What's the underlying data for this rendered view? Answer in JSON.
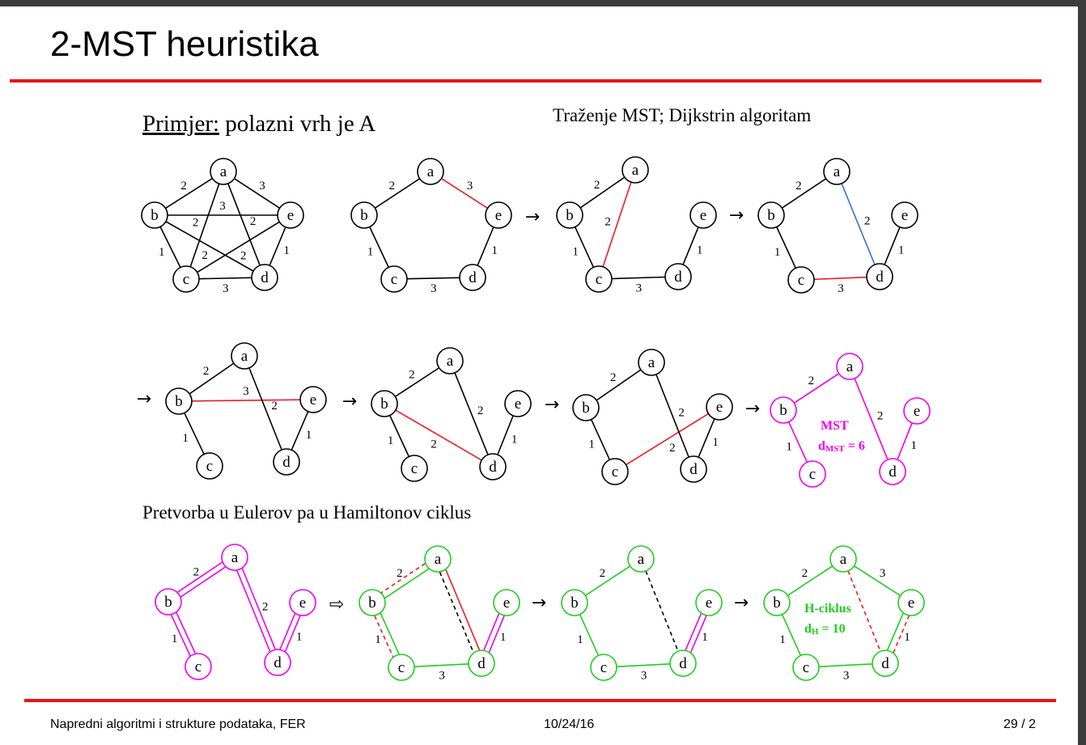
{
  "title": "2-MST heuristika",
  "example": {
    "underlined": "Primjer:",
    "rest": " polazni vrh je A"
  },
  "section1_heading": "Traženje MST; Dijkstrin algoritam",
  "section2_heading": "Pretvorba u Eulerov pa u Hamiltonov ciklus",
  "mst_box": {
    "label": "MST",
    "d_main": "d",
    "d_sub": "MST",
    "d_tail": " = 6"
  },
  "hcycle_box": {
    "label": "H-ciklus",
    "d_main": "d",
    "d_sub": "H",
    "d_tail": " = 10"
  },
  "footer": {
    "left": "Napredni algoritmi i strukture podataka, FER",
    "center": "10/24/16",
    "right": "29 / 2"
  },
  "colors": {
    "accent_rule": "#e8141b",
    "black": "#000000",
    "red": "#ee1c24",
    "blue": "#3a6fd8",
    "magenta": "#ee00ee",
    "green": "#22cc22"
  },
  "arrows": [
    "→",
    "⇨"
  ],
  "graphs": [
    {
      "id": "g0",
      "nodes": {
        "a": "a",
        "b": "b",
        "c": "c",
        "d": "d",
        "e": "e"
      },
      "edges": [
        {
          "u": "a",
          "v": "b",
          "w": "2",
          "style": "black"
        },
        {
          "u": "a",
          "v": "e",
          "w": "3",
          "style": "black"
        },
        {
          "u": "a",
          "v": "c",
          "w": "2",
          "style": "black"
        },
        {
          "u": "a",
          "v": "d",
          "w": "2",
          "style": "black"
        },
        {
          "u": "b",
          "v": "e",
          "w": "3",
          "style": "black"
        },
        {
          "u": "b",
          "v": "d",
          "w": "2",
          "style": "black"
        },
        {
          "u": "c",
          "v": "e",
          "w": "2",
          "style": "black"
        },
        {
          "u": "b",
          "v": "c",
          "w": "1",
          "style": "black"
        },
        {
          "u": "d",
          "v": "e",
          "w": "1",
          "style": "black"
        },
        {
          "u": "c",
          "v": "d",
          "w": "3",
          "style": "black"
        }
      ]
    },
    {
      "id": "g1",
      "nodes": {
        "a": "a",
        "b": "b",
        "c": "c",
        "d": "d",
        "e": "e"
      },
      "edges": [
        {
          "u": "a",
          "v": "b",
          "w": "2",
          "style": "black"
        },
        {
          "u": "a",
          "v": "e",
          "w": "3",
          "style": "red"
        },
        {
          "u": "b",
          "v": "c",
          "w": "1",
          "style": "black"
        },
        {
          "u": "c",
          "v": "d",
          "w": "3",
          "style": "black"
        },
        {
          "u": "d",
          "v": "e",
          "w": "1",
          "style": "black"
        }
      ]
    },
    {
      "id": "g2",
      "nodes": {
        "a": "a",
        "b": "b",
        "c": "c",
        "d": "d",
        "e": "e"
      },
      "edges": [
        {
          "u": "a",
          "v": "b",
          "w": "2",
          "style": "black"
        },
        {
          "u": "a",
          "v": "c",
          "w": "2",
          "style": "red"
        },
        {
          "u": "b",
          "v": "c",
          "w": "1",
          "style": "black"
        },
        {
          "u": "c",
          "v": "d",
          "w": "3",
          "style": "black"
        },
        {
          "u": "d",
          "v": "e",
          "w": "1",
          "style": "black"
        }
      ]
    },
    {
      "id": "g3",
      "nodes": {
        "a": "a",
        "b": "b",
        "c": "c",
        "d": "d",
        "e": "e"
      },
      "edges": [
        {
          "u": "a",
          "v": "b",
          "w": "2",
          "style": "black"
        },
        {
          "u": "a",
          "v": "d",
          "w": "2",
          "style": "blue"
        },
        {
          "u": "b",
          "v": "c",
          "w": "1",
          "style": "black"
        },
        {
          "u": "c",
          "v": "d",
          "w": "3",
          "style": "red"
        },
        {
          "u": "d",
          "v": "e",
          "w": "1",
          "style": "black"
        }
      ]
    },
    {
      "id": "g4",
      "nodes": {
        "a": "a",
        "b": "b",
        "c": "c",
        "d": "d",
        "e": "e"
      },
      "edges": [
        {
          "u": "a",
          "v": "b",
          "w": "2",
          "style": "black"
        },
        {
          "u": "b",
          "v": "e",
          "w": "3",
          "style": "red"
        },
        {
          "u": "a",
          "v": "d",
          "w": "2",
          "style": "black"
        },
        {
          "u": "b",
          "v": "c",
          "w": "1",
          "style": "black"
        },
        {
          "u": "d",
          "v": "e",
          "w": "1",
          "style": "black"
        }
      ]
    },
    {
      "id": "g5",
      "nodes": {
        "a": "a",
        "b": "b",
        "c": "c",
        "d": "d",
        "e": "e"
      },
      "edges": [
        {
          "u": "a",
          "v": "b",
          "w": "2",
          "style": "black"
        },
        {
          "u": "b",
          "v": "d",
          "w": "2",
          "style": "red"
        },
        {
          "u": "a",
          "v": "d",
          "w": "2",
          "style": "black"
        },
        {
          "u": "b",
          "v": "c",
          "w": "1",
          "style": "black"
        },
        {
          "u": "d",
          "v": "e",
          "w": "1",
          "style": "black"
        }
      ]
    },
    {
      "id": "g6",
      "nodes": {
        "a": "a",
        "b": "b",
        "c": "c",
        "d": "d",
        "e": "e"
      },
      "edges": [
        {
          "u": "a",
          "v": "b",
          "w": "2",
          "style": "black"
        },
        {
          "u": "c",
          "v": "e",
          "w": "2",
          "style": "red"
        },
        {
          "u": "a",
          "v": "d",
          "w": "2",
          "style": "black"
        },
        {
          "u": "b",
          "v": "c",
          "w": "1",
          "style": "black"
        },
        {
          "u": "d",
          "v": "e",
          "w": "1",
          "style": "black"
        }
      ]
    },
    {
      "id": "g7",
      "nodes": {
        "a": "a",
        "b": "b",
        "c": "c",
        "d": "d",
        "e": "e"
      },
      "edges": [
        {
          "u": "a",
          "v": "b",
          "w": "2",
          "style": "magenta"
        },
        {
          "u": "a",
          "v": "d",
          "w": "2",
          "style": "magenta"
        },
        {
          "u": "b",
          "v": "c",
          "w": "1",
          "style": "magenta"
        },
        {
          "u": "d",
          "v": "e",
          "w": "1",
          "style": "magenta"
        }
      ]
    },
    {
      "id": "g8",
      "nodes": {
        "a": "a",
        "b": "b",
        "c": "c",
        "d": "d",
        "e": "e"
      },
      "edges": [
        {
          "u": "a",
          "v": "b",
          "w": "2",
          "style": "magenta-double"
        },
        {
          "u": "a",
          "v": "d",
          "w": "2",
          "style": "magenta-double"
        },
        {
          "u": "b",
          "v": "c",
          "w": "1",
          "style": "magenta-double"
        },
        {
          "u": "d",
          "v": "e",
          "w": "1",
          "style": "magenta-double"
        }
      ]
    },
    {
      "id": "g9",
      "nodes": {
        "a": "a",
        "b": "b",
        "c": "c",
        "d": "d",
        "e": "e"
      },
      "edges": [
        {
          "u": "a",
          "v": "b",
          "w": "2",
          "style": "green-dashred"
        },
        {
          "u": "a",
          "v": "d",
          "w": "",
          "style": "red-dashblack"
        },
        {
          "u": "b",
          "v": "c",
          "w": "1",
          "style": "green-dashred"
        },
        {
          "u": "c",
          "v": "d",
          "w": "3",
          "style": "green"
        },
        {
          "u": "d",
          "v": "e",
          "w": "1",
          "style": "magenta-double"
        }
      ]
    },
    {
      "id": "g10",
      "nodes": {
        "a": "a",
        "b": "b",
        "c": "c",
        "d": "d",
        "e": "e"
      },
      "edges": [
        {
          "u": "a",
          "v": "b",
          "w": "2",
          "style": "green"
        },
        {
          "u": "a",
          "v": "d",
          "w": "",
          "style": "dashblack"
        },
        {
          "u": "b",
          "v": "c",
          "w": "1",
          "style": "green"
        },
        {
          "u": "c",
          "v": "d",
          "w": "3",
          "style": "green"
        },
        {
          "u": "d",
          "v": "e",
          "w": "1",
          "style": "magenta-double"
        }
      ]
    },
    {
      "id": "g11",
      "nodes": {
        "a": "a",
        "b": "b",
        "c": "c",
        "d": "d",
        "e": "e"
      },
      "edges": [
        {
          "u": "a",
          "v": "b",
          "w": "2",
          "style": "green"
        },
        {
          "u": "a",
          "v": "e",
          "w": "3",
          "style": "green"
        },
        {
          "u": "a",
          "v": "d",
          "w": "",
          "style": "dashred"
        },
        {
          "u": "d",
          "v": "e",
          "w": "1",
          "style": "green-dashred"
        },
        {
          "u": "b",
          "v": "c",
          "w": "1",
          "style": "green"
        },
        {
          "u": "c",
          "v": "d",
          "w": "3",
          "style": "green"
        }
      ]
    }
  ]
}
